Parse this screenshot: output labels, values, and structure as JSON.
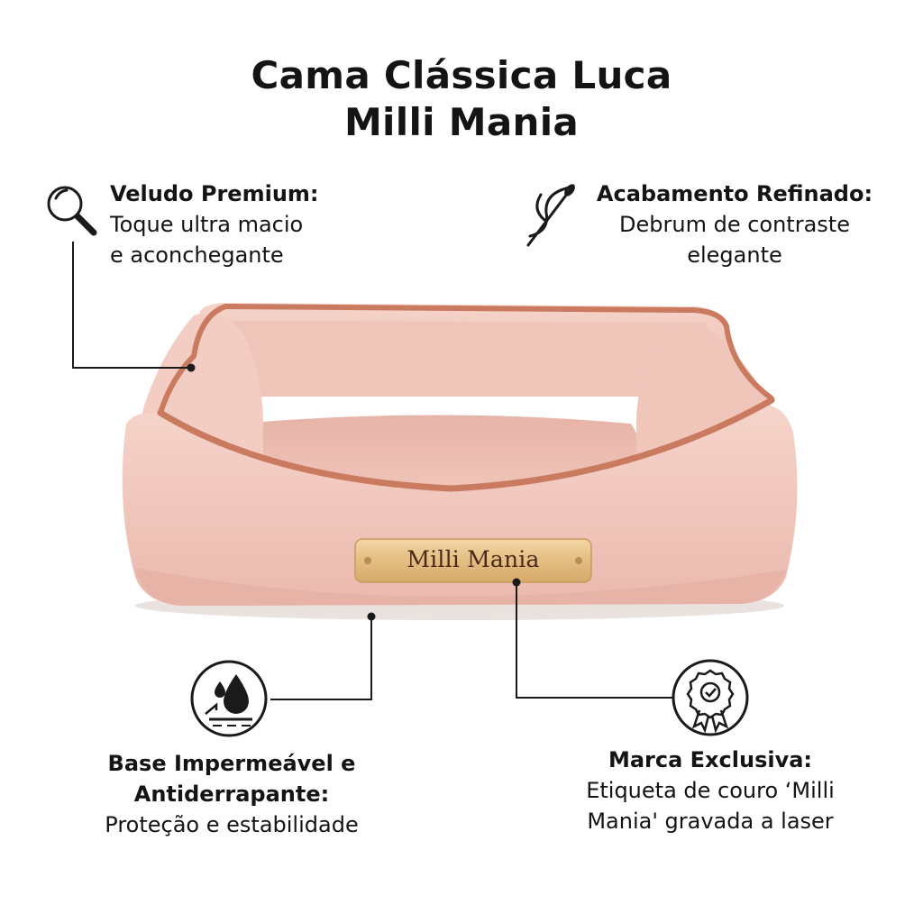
{
  "title": {
    "line1": "Cama Clássica Luca",
    "line2": "Milli Mania"
  },
  "features": {
    "veludo": {
      "icon": "magnifier-icon",
      "heading": "Veludo Premium:",
      "line1": "Toque ultra macio",
      "line2": "e aconchegante"
    },
    "acabamento": {
      "icon": "needle-thread-icon",
      "heading": "Acabamento Refinado:",
      "line1": "Debrum de contraste",
      "line2": "elegante"
    },
    "base": {
      "icon": "waterproof-drop-icon",
      "heading_line1": "Base Impermeável e",
      "heading_line2": "Antiderrapante:",
      "line1": "Proteção e estabilidade"
    },
    "marca": {
      "icon": "award-ribbon-icon",
      "heading": "Marca Exclusiva:",
      "line1": "Etiqueta de couro ‘Milli",
      "line2": "Mania' gravada a laser"
    }
  },
  "product": {
    "label_text": "Milli Mania",
    "colors": {
      "velvet": "#f2c9bf",
      "velvet_shadow": "#e2aea2",
      "piping": "#c97a5f",
      "label_gold": "#e7c58e"
    }
  }
}
